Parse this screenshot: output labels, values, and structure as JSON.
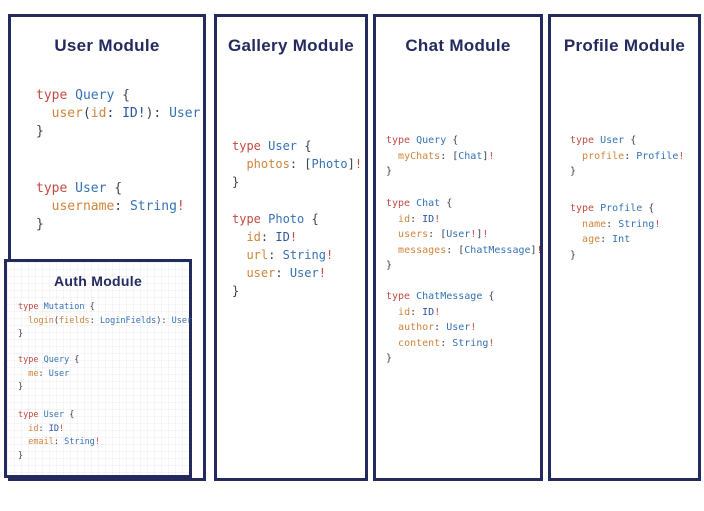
{
  "colors": {
    "navy": "#232a5e",
    "keyword_red": "#c14b42",
    "type_blue": "#3572b4",
    "field_orange": "#d0843c",
    "punct_dark": "#3c4350",
    "id_scalar_navy": "#2b55a0",
    "bang_red": "#c14b42",
    "background": "#ffffff"
  },
  "modules": [
    {
      "key": "user",
      "title": "User Module",
      "blocks": [
        {
          "lines": [
            [
              [
                "kw",
                "type "
              ],
              [
                "ty",
                "Query"
              ],
              [
                "pn",
                " {"
              ]
            ],
            [
              [
                "pn",
                "  "
              ],
              [
                "fld",
                "user"
              ],
              [
                "pn",
                "("
              ],
              [
                "fld",
                "id"
              ],
              [
                "pn",
                ": "
              ],
              [
                "idn",
                "ID!"
              ],
              [
                "pn",
                "): "
              ],
              [
                "ty",
                "User"
              ]
            ],
            [
              [
                "pn",
                "}"
              ]
            ]
          ]
        },
        {
          "lines": [
            [
              [
                "kw",
                "type "
              ],
              [
                "ty",
                "User"
              ],
              [
                "pn",
                " {"
              ]
            ],
            [
              [
                "pn",
                "  "
              ],
              [
                "fld",
                "username"
              ],
              [
                "pn",
                ": "
              ],
              [
                "ty",
                "String"
              ],
              [
                "ex",
                "!"
              ]
            ],
            [
              [
                "pn",
                "}"
              ]
            ]
          ]
        }
      ]
    },
    {
      "key": "auth",
      "title": "Auth Module",
      "blocks": [
        {
          "lines": [
            [
              [
                "kw",
                "type "
              ],
              [
                "ty",
                "Mutation"
              ],
              [
                "pn",
                " {"
              ]
            ],
            [
              [
                "pn",
                "  "
              ],
              [
                "fld",
                "login"
              ],
              [
                "pn",
                "("
              ],
              [
                "fld",
                "fields"
              ],
              [
                "pn",
                ": "
              ],
              [
                "ty",
                "LoginFields"
              ],
              [
                "pn",
                "): "
              ],
              [
                "ty",
                "User"
              ]
            ],
            [
              [
                "pn",
                "}"
              ]
            ]
          ]
        },
        {
          "lines": [
            [
              [
                "kw",
                "type "
              ],
              [
                "ty",
                "Query"
              ],
              [
                "pn",
                " {"
              ]
            ],
            [
              [
                "pn",
                "  "
              ],
              [
                "fld",
                "me"
              ],
              [
                "pn",
                ": "
              ],
              [
                "ty",
                "User"
              ]
            ],
            [
              [
                "pn",
                "}"
              ]
            ]
          ]
        },
        {
          "lines": [
            [
              [
                "kw",
                "type "
              ],
              [
                "ty",
                "User"
              ],
              [
                "pn",
                " {"
              ]
            ],
            [
              [
                "pn",
                "  "
              ],
              [
                "fld",
                "id"
              ],
              [
                "pn",
                ": "
              ],
              [
                "idn",
                "ID"
              ],
              [
                "ex",
                "!"
              ]
            ],
            [
              [
                "pn",
                "  "
              ],
              [
                "fld",
                "email"
              ],
              [
                "pn",
                ": "
              ],
              [
                "ty",
                "String"
              ],
              [
                "ex",
                "!"
              ]
            ],
            [
              [
                "pn",
                "}"
              ]
            ]
          ]
        }
      ]
    },
    {
      "key": "gallery",
      "title": "Gallery Module",
      "blocks": [
        {
          "lines": [
            [
              [
                "kw",
                "type "
              ],
              [
                "ty",
                "User"
              ],
              [
                "pn",
                " {"
              ]
            ],
            [
              [
                "pn",
                "  "
              ],
              [
                "fld",
                "photos"
              ],
              [
                "pn",
                ": ["
              ],
              [
                "ty",
                "Photo"
              ],
              [
                "pn",
                "]"
              ],
              [
                "ex",
                "!"
              ]
            ],
            [
              [
                "pn",
                "}"
              ]
            ]
          ]
        },
        {
          "lines": [
            [
              [
                "kw",
                "type "
              ],
              [
                "ty",
                "Photo"
              ],
              [
                "pn",
                " {"
              ]
            ],
            [
              [
                "pn",
                "  "
              ],
              [
                "fld",
                "id"
              ],
              [
                "pn",
                ": "
              ],
              [
                "idn",
                "ID"
              ],
              [
                "ex",
                "!"
              ]
            ],
            [
              [
                "pn",
                "  "
              ],
              [
                "fld",
                "url"
              ],
              [
                "pn",
                ": "
              ],
              [
                "ty",
                "String"
              ],
              [
                "ex",
                "!"
              ]
            ],
            [
              [
                "pn",
                "  "
              ],
              [
                "fld",
                "user"
              ],
              [
                "pn",
                ": "
              ],
              [
                "ty",
                "User"
              ],
              [
                "ex",
                "!"
              ]
            ],
            [
              [
                "pn",
                "}"
              ]
            ]
          ]
        }
      ]
    },
    {
      "key": "chat",
      "title": "Chat Module",
      "blocks": [
        {
          "lines": [
            [
              [
                "kw",
                "type "
              ],
              [
                "ty",
                "Query"
              ],
              [
                "pn",
                " {"
              ]
            ],
            [
              [
                "pn",
                "  "
              ],
              [
                "fld",
                "myChats"
              ],
              [
                "pn",
                ": ["
              ],
              [
                "ty",
                "Chat"
              ],
              [
                "pn",
                "]"
              ],
              [
                "ex",
                "!"
              ]
            ],
            [
              [
                "pn",
                "}"
              ]
            ]
          ]
        },
        {
          "lines": [
            [
              [
                "kw",
                "type "
              ],
              [
                "ty",
                "Chat"
              ],
              [
                "pn",
                " {"
              ]
            ],
            [
              [
                "pn",
                "  "
              ],
              [
                "fld",
                "id"
              ],
              [
                "pn",
                ": "
              ],
              [
                "idn",
                "ID"
              ],
              [
                "ex",
                "!"
              ]
            ],
            [
              [
                "pn",
                "  "
              ],
              [
                "fld",
                "users"
              ],
              [
                "pn",
                ": ["
              ],
              [
                "ty",
                "User"
              ],
              [
                "ex",
                "!"
              ],
              [
                "pn",
                "]"
              ],
              [
                "ex",
                "!"
              ]
            ],
            [
              [
                "pn",
                "  "
              ],
              [
                "fld",
                "messages"
              ],
              [
                "pn",
                ": ["
              ],
              [
                "ty",
                "ChatMessage"
              ],
              [
                "pn",
                "]"
              ],
              [
                "ex",
                "!"
              ]
            ],
            [
              [
                "pn",
                "}"
              ]
            ]
          ]
        },
        {
          "lines": [
            [
              [
                "kw",
                "type "
              ],
              [
                "ty",
                "ChatMessage"
              ],
              [
                "pn",
                " {"
              ]
            ],
            [
              [
                "pn",
                "  "
              ],
              [
                "fld",
                "id"
              ],
              [
                "pn",
                ": "
              ],
              [
                "idn",
                "ID"
              ],
              [
                "ex",
                "!"
              ]
            ],
            [
              [
                "pn",
                "  "
              ],
              [
                "fld",
                "author"
              ],
              [
                "pn",
                ": "
              ],
              [
                "ty",
                "User"
              ],
              [
                "ex",
                "!"
              ]
            ],
            [
              [
                "pn",
                "  "
              ],
              [
                "fld",
                "content"
              ],
              [
                "pn",
                ": "
              ],
              [
                "ty",
                "String"
              ],
              [
                "ex",
                "!"
              ]
            ],
            [
              [
                "pn",
                "}"
              ]
            ]
          ]
        }
      ]
    },
    {
      "key": "profile",
      "title": "Profile Module",
      "blocks": [
        {
          "lines": [
            [
              [
                "kw",
                "type "
              ],
              [
                "ty",
                "User"
              ],
              [
                "pn",
                " {"
              ]
            ],
            [
              [
                "pn",
                "  "
              ],
              [
                "fld",
                "profile"
              ],
              [
                "pn",
                ": "
              ],
              [
                "ty",
                "Profile"
              ],
              [
                "ex",
                "!"
              ]
            ],
            [
              [
                "pn",
                "}"
              ]
            ]
          ]
        },
        {
          "lines": [
            [
              [
                "kw",
                "type "
              ],
              [
                "ty",
                "Profile"
              ],
              [
                "pn",
                " {"
              ]
            ],
            [
              [
                "pn",
                "  "
              ],
              [
                "fld",
                "name"
              ],
              [
                "pn",
                ": "
              ],
              [
                "ty",
                "String"
              ],
              [
                "ex",
                "!"
              ]
            ],
            [
              [
                "pn",
                "  "
              ],
              [
                "fld",
                "age"
              ],
              [
                "pn",
                ": "
              ],
              [
                "ty",
                "Int"
              ]
            ],
            [
              [
                "pn",
                "}"
              ]
            ]
          ]
        }
      ]
    }
  ]
}
